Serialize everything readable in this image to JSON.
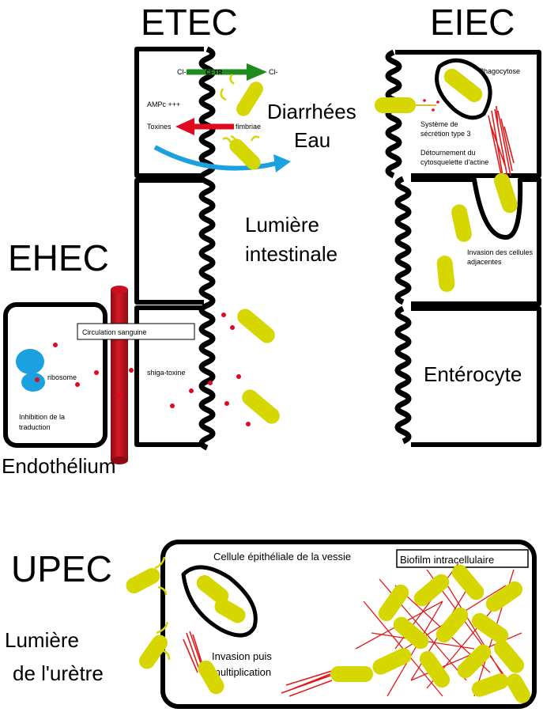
{
  "titles": {
    "etec": "ETEC",
    "eiec": "EIEC",
    "ehec": "EHEC",
    "upec": "UPEC"
  },
  "etec": {
    "cl_left": "Cl-",
    "cftr": "CFTR",
    "cl_right": "Cl-",
    "ampc": "AMPc +++",
    "toxines": "Toxines",
    "fimbriae": "fimbriae",
    "diarrhees": "Diarrhées",
    "eau": "Eau"
  },
  "center": {
    "lumiere_line1": "Lumière",
    "lumiere_line2": "intestinale"
  },
  "eiec": {
    "phagocytose": "Phagocytose",
    "systeme_line1": "Système de",
    "systeme_line2": "sécrétion type 3",
    "detournement_line1": "Détournement du",
    "detournement_line2": "cytosquelette d'actine",
    "invasion_line1": "Invasion des cellules",
    "invasion_line2": "adjacentes",
    "enterocyte": "Entérocyte"
  },
  "ehec": {
    "circulation": "Circulation sanguine",
    "shiga": "shiga-toxine",
    "ribosome": "ribosome",
    "inhibition_line1": "Inhibition de la",
    "inhibition_line2": "traduction",
    "endothelium": "Endothélium"
  },
  "upec": {
    "cellule": "Cellule épithéliale de la vessie",
    "biofilm": "Biofilm intracellulaire",
    "invasion_line1": "Invasion puis",
    "invasion_line2": "multiplication",
    "lumiere_line1": "Lumière",
    "lumiere_line2": "de l'urètre"
  },
  "colors": {
    "bacteria": "#d6d600",
    "toxin": "#e00a1e",
    "flagella": "#e01b1b",
    "cftr_arrow": "#1e8c1e",
    "toxin_arrow": "#e00a1e",
    "water_arrow": "#1ba0e0",
    "ribosome": "#1ba0e0",
    "blood_vessel": "#c81020"
  }
}
